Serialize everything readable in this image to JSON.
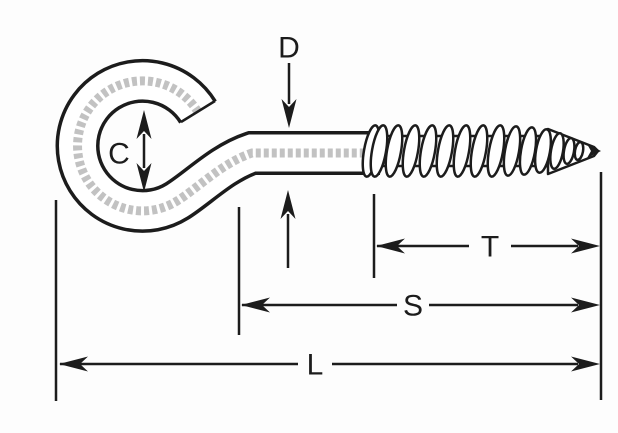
{
  "background_color": "#fdfdfd",
  "ink_color": "#1c1c1c",
  "drawing": {
    "subject": "screw eye with lag thread",
    "dimension_labels": {
      "eye_inner_diameter": "C",
      "shank_diameter": "D",
      "thread_length": "T",
      "shank_length": "S",
      "overall_length": "L"
    }
  }
}
